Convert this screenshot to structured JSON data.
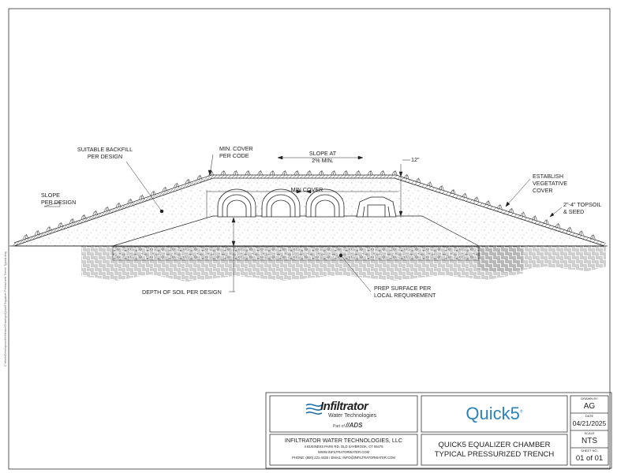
{
  "drawing": {
    "labels": {
      "suitable_backfill": "SUITABLE BACKFILL\nPER DESIGN",
      "slope_per_design": "SLOPE\nPER DESIGN",
      "min_cover_code": "MIN. COVER\nPER CODE",
      "slope_2pct": "SLOPE AT\n2% MIN.",
      "dim_12": "12\"",
      "min_cover": "MIN COVER",
      "vegetative_cover": "ESTABLISH\nVEGETATIVE\nCOVER",
      "topsoil": "2\"-4\" TOPSOIL\n& SEED",
      "depth_of_soil": "DEPTH OF SOIL PER DESIGN",
      "prep_surface": "PREP SURFACE PER\nLOCAL REQUIREMENT"
    },
    "side_note": "C:\\Work\\Development\\Infiltrator\\Drawings\\Quick5 Equalizer Pressurized Trench Typical.dwg"
  },
  "title_block": {
    "logo_name": "Infiltrator",
    "logo_sub": "Water Technologies",
    "logo_partof": "Part of",
    "logo_ads": "ADS",
    "product_logo": "Quick5",
    "company": "INFILTRATOR WATER TECHNOLOGIES, LLC",
    "address": "4 BUSINESS PARK RD, OLD SAYBROOK, CT 06475",
    "web": "WWW.INFILTRATORWATER.COM",
    "contact": "PHONE: (800) 221-4436 / EMAIL: INFO@INFILTRATORWATER.COM",
    "title_line1": "QUICK5 EQUALIZER CHAMBER",
    "title_line2": "TYPICAL PRESSURIZED TRENCH",
    "drawn_by_label": "DRAWN BY",
    "drawn_by": "AG",
    "date_label": "DATE",
    "date": "04/21/2025",
    "scale_label": "SCALE",
    "scale": "NTS",
    "sheet_label": "SHEET NO.",
    "sheet": "01 of 01"
  },
  "colors": {
    "line": "#222222",
    "logo_blue": "#1f6fa8",
    "quick5_blue": "#2a82b8"
  }
}
